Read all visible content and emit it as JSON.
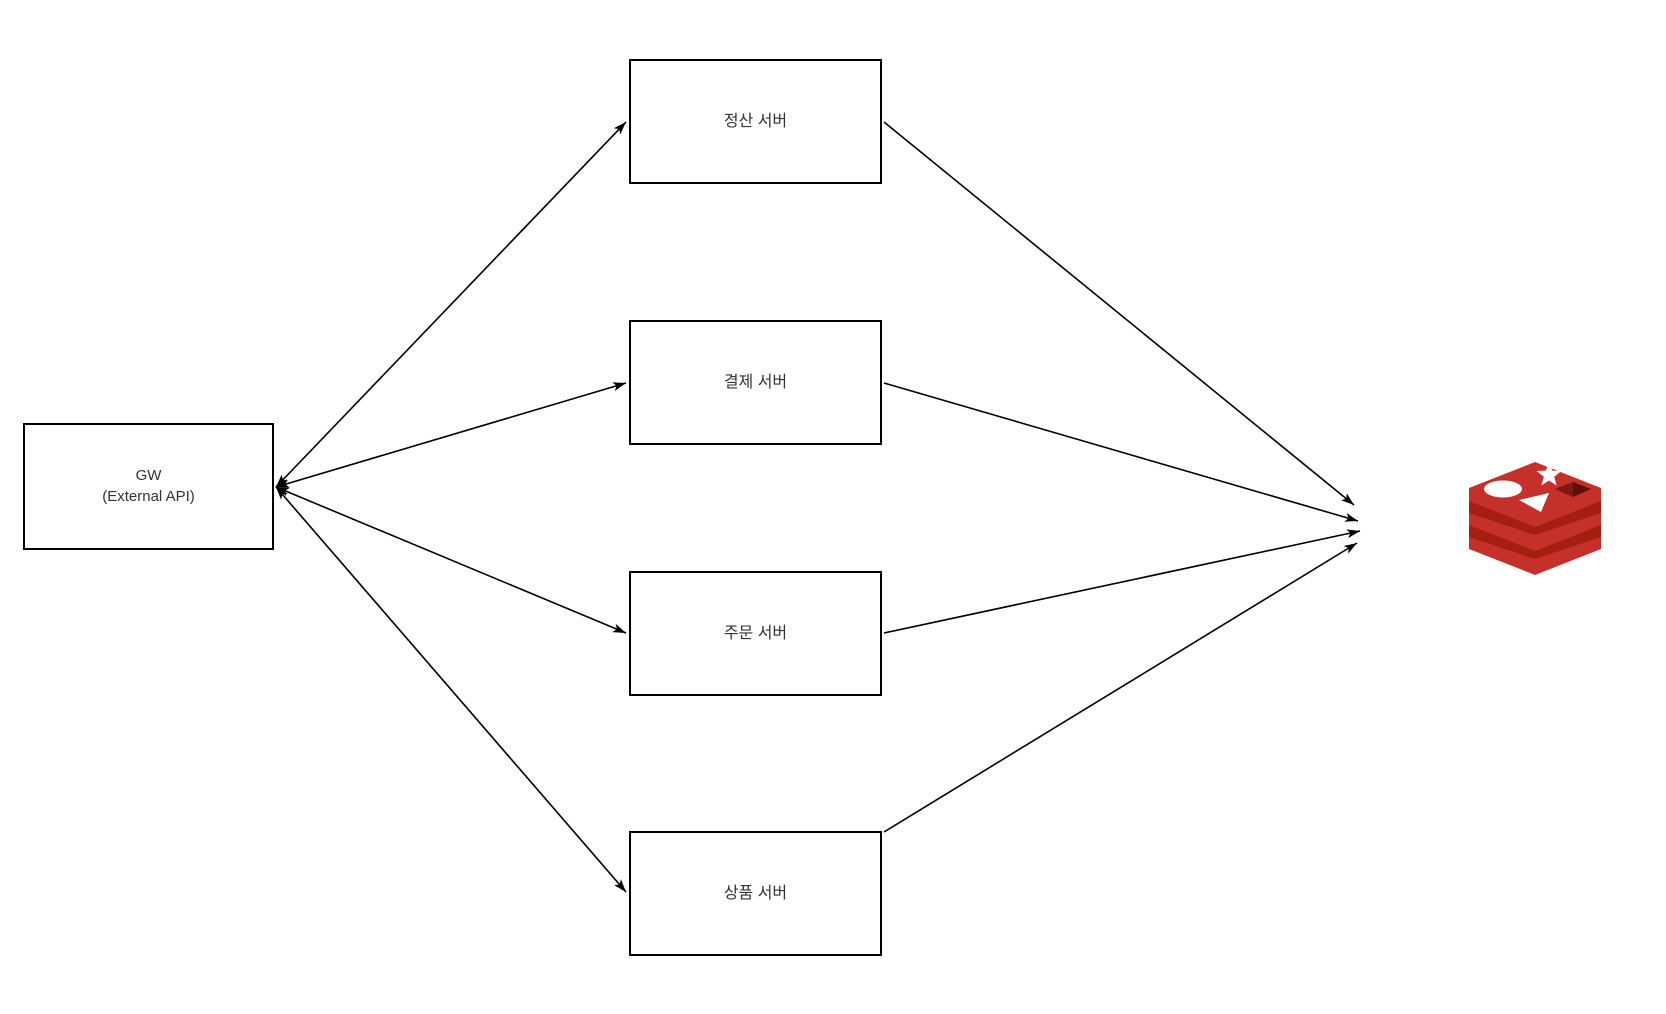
{
  "diagram": {
    "gateway": {
      "title": "GW",
      "subtitle": "(External API)"
    },
    "servers": [
      {
        "id": "settlement",
        "label": "정산 서버"
      },
      {
        "id": "payment",
        "label": "결제 서버"
      },
      {
        "id": "order",
        "label": "주문 서버"
      },
      {
        "id": "product",
        "label": "상품 서버"
      }
    ],
    "datastore": {
      "type": "redis",
      "icon": "redis-logo"
    },
    "colors": {
      "background": "#ffffff",
      "line": "#000000",
      "node_fill": "#ffffff",
      "node_border": "#000000",
      "text": "#333333",
      "redis_red": "#c6302b",
      "redis_dark": "#a41e11",
      "redis_shapes": "#ffffff",
      "redis_hole": "#7c1a12",
      "redis_hole_deep": "#5f0f08"
    }
  }
}
